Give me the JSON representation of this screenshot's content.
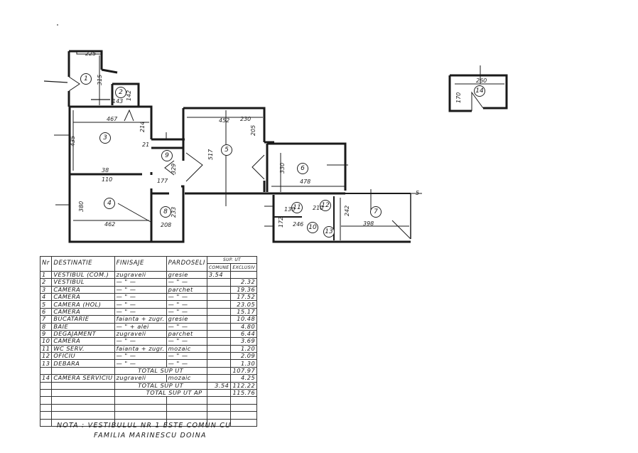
{
  "document": {
    "type": "floor plan with room schedule"
  },
  "plan": {
    "rooms": [
      {
        "id": "1",
        "dims": [
          "225",
          "315"
        ]
      },
      {
        "id": "2",
        "dims": [
          "142",
          "143"
        ]
      },
      {
        "id": "3",
        "dims": [
          "467",
          "435",
          "214"
        ]
      },
      {
        "id": "4",
        "dims": [
          "462",
          "380",
          "38",
          "110"
        ]
      },
      {
        "id": "5",
        "dims": [
          "452",
          "230",
          "517",
          "205"
        ]
      },
      {
        "id": "6",
        "dims": [
          "478",
          "330"
        ]
      },
      {
        "id": "7",
        "dims": [
          "398",
          "242"
        ]
      },
      {
        "id": "8",
        "dims": [
          "208",
          "233"
        ]
      },
      {
        "id": "9",
        "dims": [
          "329",
          "177"
        ]
      },
      {
        "id": "10",
        "dims": [
          "246",
          "172"
        ]
      },
      {
        "id": "11",
        "dims": [
          "130"
        ]
      },
      {
        "id": "12",
        "dims": [
          "210"
        ]
      },
      {
        "id": "13",
        "dims": []
      },
      {
        "id": "14",
        "dims": [
          "260",
          "170"
        ]
      }
    ],
    "labels": {
      "d225": "225",
      "d315": "315",
      "d142": "142",
      "d143": "143",
      "d467": "467",
      "d435": "435",
      "d214": "214",
      "d21": "21",
      "d38": "38",
      "d110": "110",
      "d380": "380",
      "d462": "462",
      "d208": "208",
      "d233": "233",
      "d329": "329",
      "d177": "177",
      "d452": "452",
      "d230": "230",
      "d517": "517",
      "d205": "205",
      "d330": "330",
      "d478": "478",
      "d242": "242",
      "d398": "398",
      "d246": "246",
      "d172": "172",
      "d130": "130",
      "d210": "210",
      "d260": "260",
      "d170": "170",
      "d5": "5"
    }
  },
  "table": {
    "headers": {
      "nr": "Nr",
      "destinatie": "DESTINATIE",
      "finisaje": "FINISAJE",
      "pardoseli": "PARDOSELI",
      "sup_ut": "SUP. UT",
      "comune": "COMUNE",
      "exclusiv": "EXCLUSIV"
    },
    "rows": [
      {
        "nr": "1",
        "destinatie": "VESTIBUL (COM.)",
        "finisaje": "zugraveli",
        "pardoseli": "gresie",
        "comune": "3.54",
        "exclusiv": ""
      },
      {
        "nr": "2",
        "destinatie": "VESTIBUL",
        "finisaje": "— \" —",
        "pardoseli": "— \" —",
        "comune": "",
        "exclusiv": "2.32"
      },
      {
        "nr": "3",
        "destinatie": "CAMERA",
        "finisaje": "— \" —",
        "pardoseli": "parchet",
        "comune": "",
        "exclusiv": "19.36"
      },
      {
        "nr": "4",
        "destinatie": "CAMERA",
        "finisaje": "— \" —",
        "pardoseli": "— \" —",
        "comune": "",
        "exclusiv": "17.52"
      },
      {
        "nr": "5",
        "destinatie": "CAMERA (HOL)",
        "finisaje": "— \" —",
        "pardoseli": "— \" —",
        "comune": "",
        "exclusiv": "23.05"
      },
      {
        "nr": "6",
        "destinatie": "CAMERA",
        "finisaje": "— \" —",
        "pardoseli": "— \" —",
        "comune": "",
        "exclusiv": "15.17"
      },
      {
        "nr": "7",
        "destinatie": "BUCATARIE",
        "finisaje": "faianta + zugr.",
        "pardoseli": "gresie",
        "comune": "",
        "exclusiv": "10.48"
      },
      {
        "nr": "8",
        "destinatie": "BAIE",
        "finisaje": "— \" + alei",
        "pardoseli": "— \" —",
        "comune": "",
        "exclusiv": "4.80"
      },
      {
        "nr": "9",
        "destinatie": "DEGAJAMENT",
        "finisaje": "zugraveli",
        "pardoseli": "parchet",
        "comune": "",
        "exclusiv": "6.44"
      },
      {
        "nr": "10",
        "destinatie": "CAMERA",
        "finisaje": "— \" —",
        "pardoseli": "— \" —",
        "comune": "",
        "exclusiv": "3.69"
      },
      {
        "nr": "11",
        "destinatie": "WC SERV.",
        "finisaje": "faianta + zugr.",
        "pardoseli": "mozaic",
        "comune": "",
        "exclusiv": "1.20"
      },
      {
        "nr": "12",
        "destinatie": "OFICIU",
        "finisaje": "— \" —",
        "pardoseli": "— \" —",
        "comune": "",
        "exclusiv": "2.09"
      },
      {
        "nr": "13",
        "destinatie": "DEBARA",
        "finisaje": "— \" —",
        "pardoseli": "— \" —",
        "comune": "",
        "exclusiv": "1.30"
      }
    ],
    "subtotal": {
      "label": "TOTAL SUP UT",
      "exclusiv": "107.97"
    },
    "row14": {
      "nr": "14",
      "destinatie": "CAMERA SERVICIU",
      "finisaje": "zugraveli",
      "pardoseli": "mozaic",
      "comune": "",
      "exclusiv": "4.25"
    },
    "total": {
      "label": "TOTAL SUP UT",
      "comune": "3.54",
      "exclusiv": "112.22"
    },
    "total_ap": {
      "label": "TOTAL SUP UT AP",
      "exclusiv": "115.76"
    }
  },
  "note": {
    "line1": "NOTA : VESTIBULUL NR 1 ESTE COMUN CU",
    "line2": "FAMILIA MARINESCU DOINA"
  }
}
